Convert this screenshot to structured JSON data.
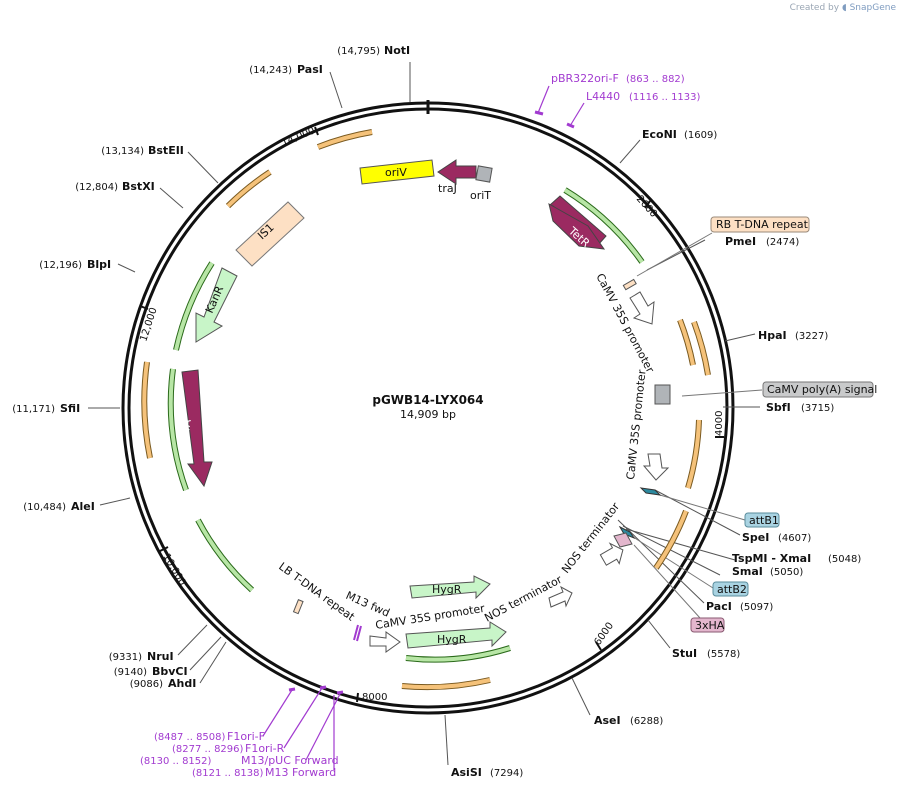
{
  "credit": {
    "prefix": "Created by",
    "brand": "SnapGene"
  },
  "plasmid": {
    "name": "pGWB14-LYX064",
    "length_label": "14,909 bp",
    "length": 14909
  },
  "ticks": [
    {
      "bp": 2000,
      "label": "2000"
    },
    {
      "bp": 4000,
      "label": "4000"
    },
    {
      "bp": 6000,
      "label": "6000"
    },
    {
      "bp": 8000,
      "label": "8000"
    },
    {
      "bp": 10000,
      "label": "10,000"
    },
    {
      "bp": 12000,
      "label": "12,000"
    },
    {
      "bp": 14000,
      "label": "14,000"
    }
  ],
  "sites": [
    {
      "name": "NotI",
      "pos": "(14,795)"
    },
    {
      "name": "PasI",
      "pos": "(14,243)"
    },
    {
      "name": "BstEII",
      "pos": "(13,134)"
    },
    {
      "name": "BstXI",
      "pos": "(12,804)"
    },
    {
      "name": "BlpI",
      "pos": "(12,196)"
    },
    {
      "name": "SfiI",
      "pos": "(11,171)"
    },
    {
      "name": "AleI",
      "pos": "(10,484)"
    },
    {
      "name": "NruI",
      "pos": "(9331)"
    },
    {
      "name": "BbvCI",
      "pos": "(9140)"
    },
    {
      "name": "AhdI",
      "pos": "(9086)"
    },
    {
      "name": "AsiSI",
      "pos": "(7294)"
    },
    {
      "name": "AseI",
      "pos": "(6288)"
    },
    {
      "name": "StuI",
      "pos": "(5578)"
    },
    {
      "name": "PacI",
      "pos": "(5097)"
    },
    {
      "name": "SmaI",
      "pos": "(5050)"
    },
    {
      "name": "TspMI - XmaI",
      "pos": "(5048)"
    },
    {
      "name": "SpeI",
      "pos": "(4607)"
    },
    {
      "name": "SbfI",
      "pos": "(3715)"
    },
    {
      "name": "HpaI",
      "pos": "(3227)"
    },
    {
      "name": "PmeI",
      "pos": "(2474)"
    },
    {
      "name": "EcoNI",
      "pos": "(1609)"
    }
  ],
  "primers": [
    {
      "name": "pBR322ori-F",
      "pos": "(863 .. 882)"
    },
    {
      "name": "L4440",
      "pos": "(1116 .. 1133)"
    },
    {
      "name": "F1ori-F",
      "pos": "(8487 .. 8508)"
    },
    {
      "name": "F1ori-R",
      "pos": "(8277 .. 8296)"
    },
    {
      "name": "M13/pUC Forward",
      "pos": "(8130 .. 8152)"
    },
    {
      "name": "M13 Forward",
      "pos": "(8121 .. 8138)"
    }
  ],
  "boxed_features": [
    {
      "name": "RB T-DNA repeat",
      "color": "#fde0c4"
    },
    {
      "name": "CaMV poly(A) signal",
      "color": "#c9cacb"
    },
    {
      "name": "attB1",
      "color": "#a9d3e2"
    },
    {
      "name": "attB2",
      "color": "#a9d3e2"
    },
    {
      "name": "3xHA",
      "color": "#e3b6cd"
    }
  ],
  "feature_labels": {
    "oriV": "oriV",
    "traJ": "traJ",
    "oriT": "oriT",
    "TetR": "TetR",
    "IS1": "IS1",
    "KanR": "KanR",
    "trfA": "trfA",
    "HygR_top": "HygR",
    "HygR_bottom": "HygR",
    "camv_promoter_1": "CaMV 35S promoter",
    "camv_promoter_2": "CaMV 35S promoter",
    "camv_promoter_3": "CaMV 35S promoter",
    "nos_terminator_1": "NOS terminator",
    "nos_terminator_2": "NOS terminator",
    "lb_repeat": "LB T-DNA repeat",
    "m13_fwd": "M13 fwd"
  },
  "colors": {
    "backbone": "#111111",
    "primer": "#a23bd0",
    "cds_magenta": "#9b2a61",
    "orf_orange": "#f5c27a",
    "orf_green": "#b8e6a6",
    "marker_green": "#c8f5c8",
    "origin_yellow": "#ffff00",
    "is_peach": "#fde0c4",
    "grey": "#b0b4b8"
  }
}
